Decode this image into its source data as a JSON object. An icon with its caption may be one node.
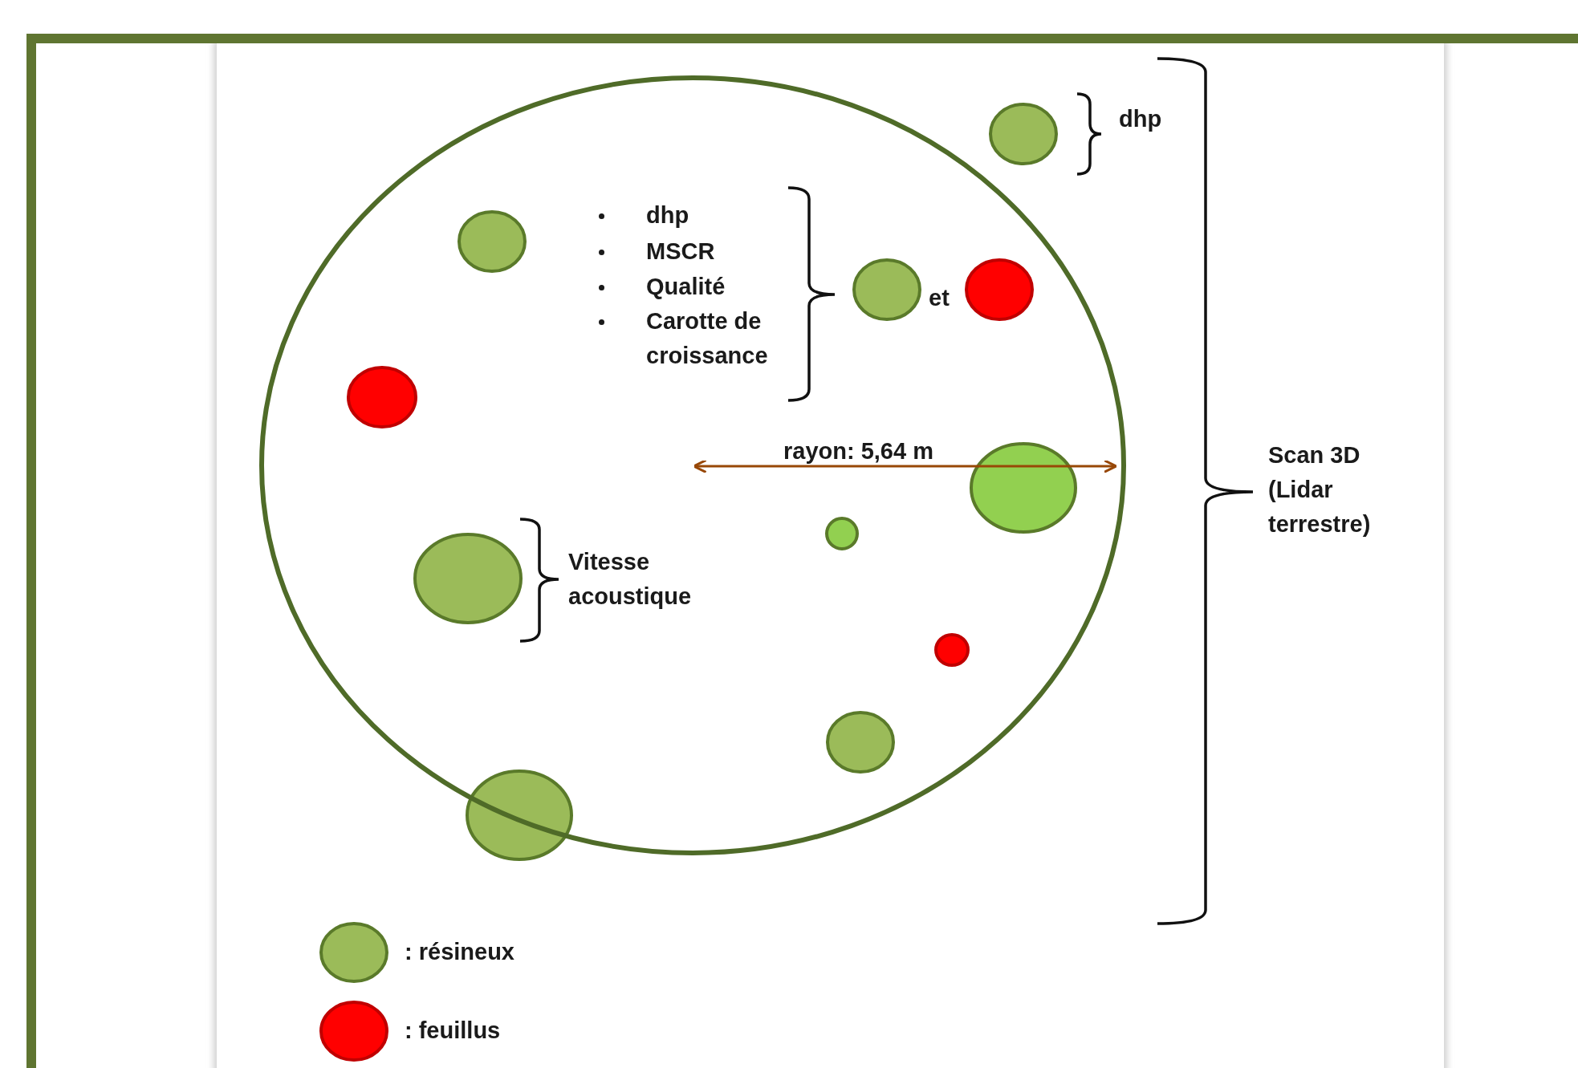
{
  "diagram": {
    "labels": [
      "dhp",
      "dhp",
      "MSCR",
      "Qualité",
      "Carotte de croissance",
      "et",
      "rayon: 5,64 m",
      "Vitesse acoustique",
      "Scan 3D (Lidar terrestre)"
    ],
    "legend": [
      {
        "text": ": résineux",
        "color": "#9bbb59"
      },
      {
        "text": ": feuillus",
        "color": "#ff0000"
      }
    ]
  }
}
